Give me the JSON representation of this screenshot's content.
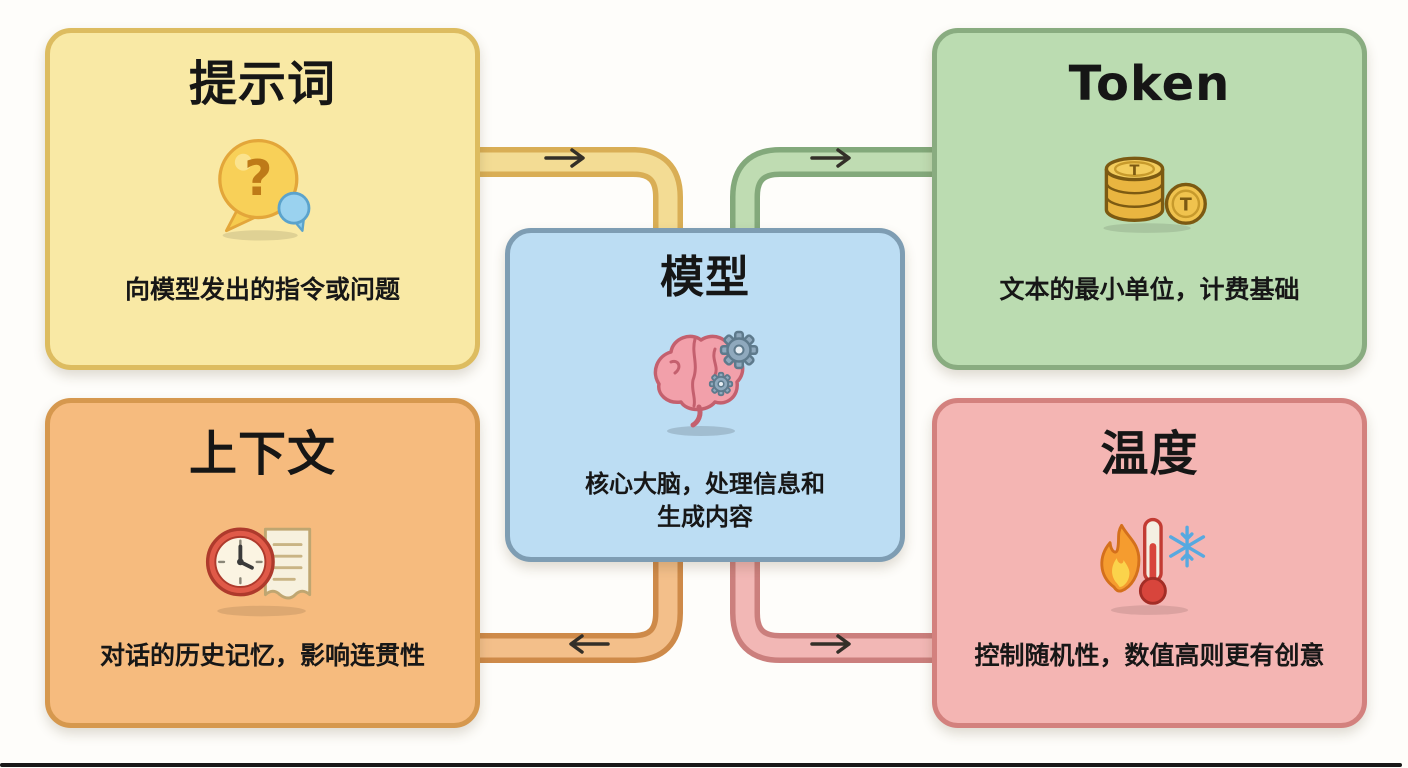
{
  "diagram": {
    "cards": {
      "prompt": {
        "title": "提示词",
        "description": "向模型发出的指令或问题",
        "icon": "question-bubble-icon",
        "icon_glyph": "?",
        "fill": "#F9E9A5",
        "border": "#DDBC60"
      },
      "token": {
        "title": "Token",
        "description": "文本的最小单位，计费基础",
        "icon": "coins-icon",
        "icon_glyph": "T",
        "fill": "#BBDCB1",
        "border": "#89AC80"
      },
      "model": {
        "title": "模型",
        "description_lines": [
          "核心大脑，处理信息和",
          "生成内容"
        ],
        "icon": "brain-gears-icon",
        "fill": "#BCDDF3",
        "border": "#7E9DB3"
      },
      "context": {
        "title": "上下文",
        "description": "对话的历史记忆，影响连贯性",
        "icon": "clock-document-icon",
        "fill": "#F6BB7E",
        "border": "#D6984E"
      },
      "temperature": {
        "title": "温度",
        "description": "控制随机性，数值高则更有创意",
        "icon": "flame-thermometer-snowflake-icon",
        "fill": "#F4B5B3",
        "border": "#D3817E"
      }
    },
    "connectors": [
      {
        "from": "prompt",
        "to": "model",
        "color": "#D9AE55",
        "arrow_direction": "right"
      },
      {
        "from": "model",
        "to": "token",
        "color": "#83A97B",
        "arrow_direction": "right"
      },
      {
        "from": "model",
        "to": "context",
        "color": "#CE8A49",
        "arrow_direction": "left"
      },
      {
        "from": "model",
        "to": "temperature",
        "color": "#CB7F7D",
        "arrow_direction": "right"
      }
    ]
  }
}
